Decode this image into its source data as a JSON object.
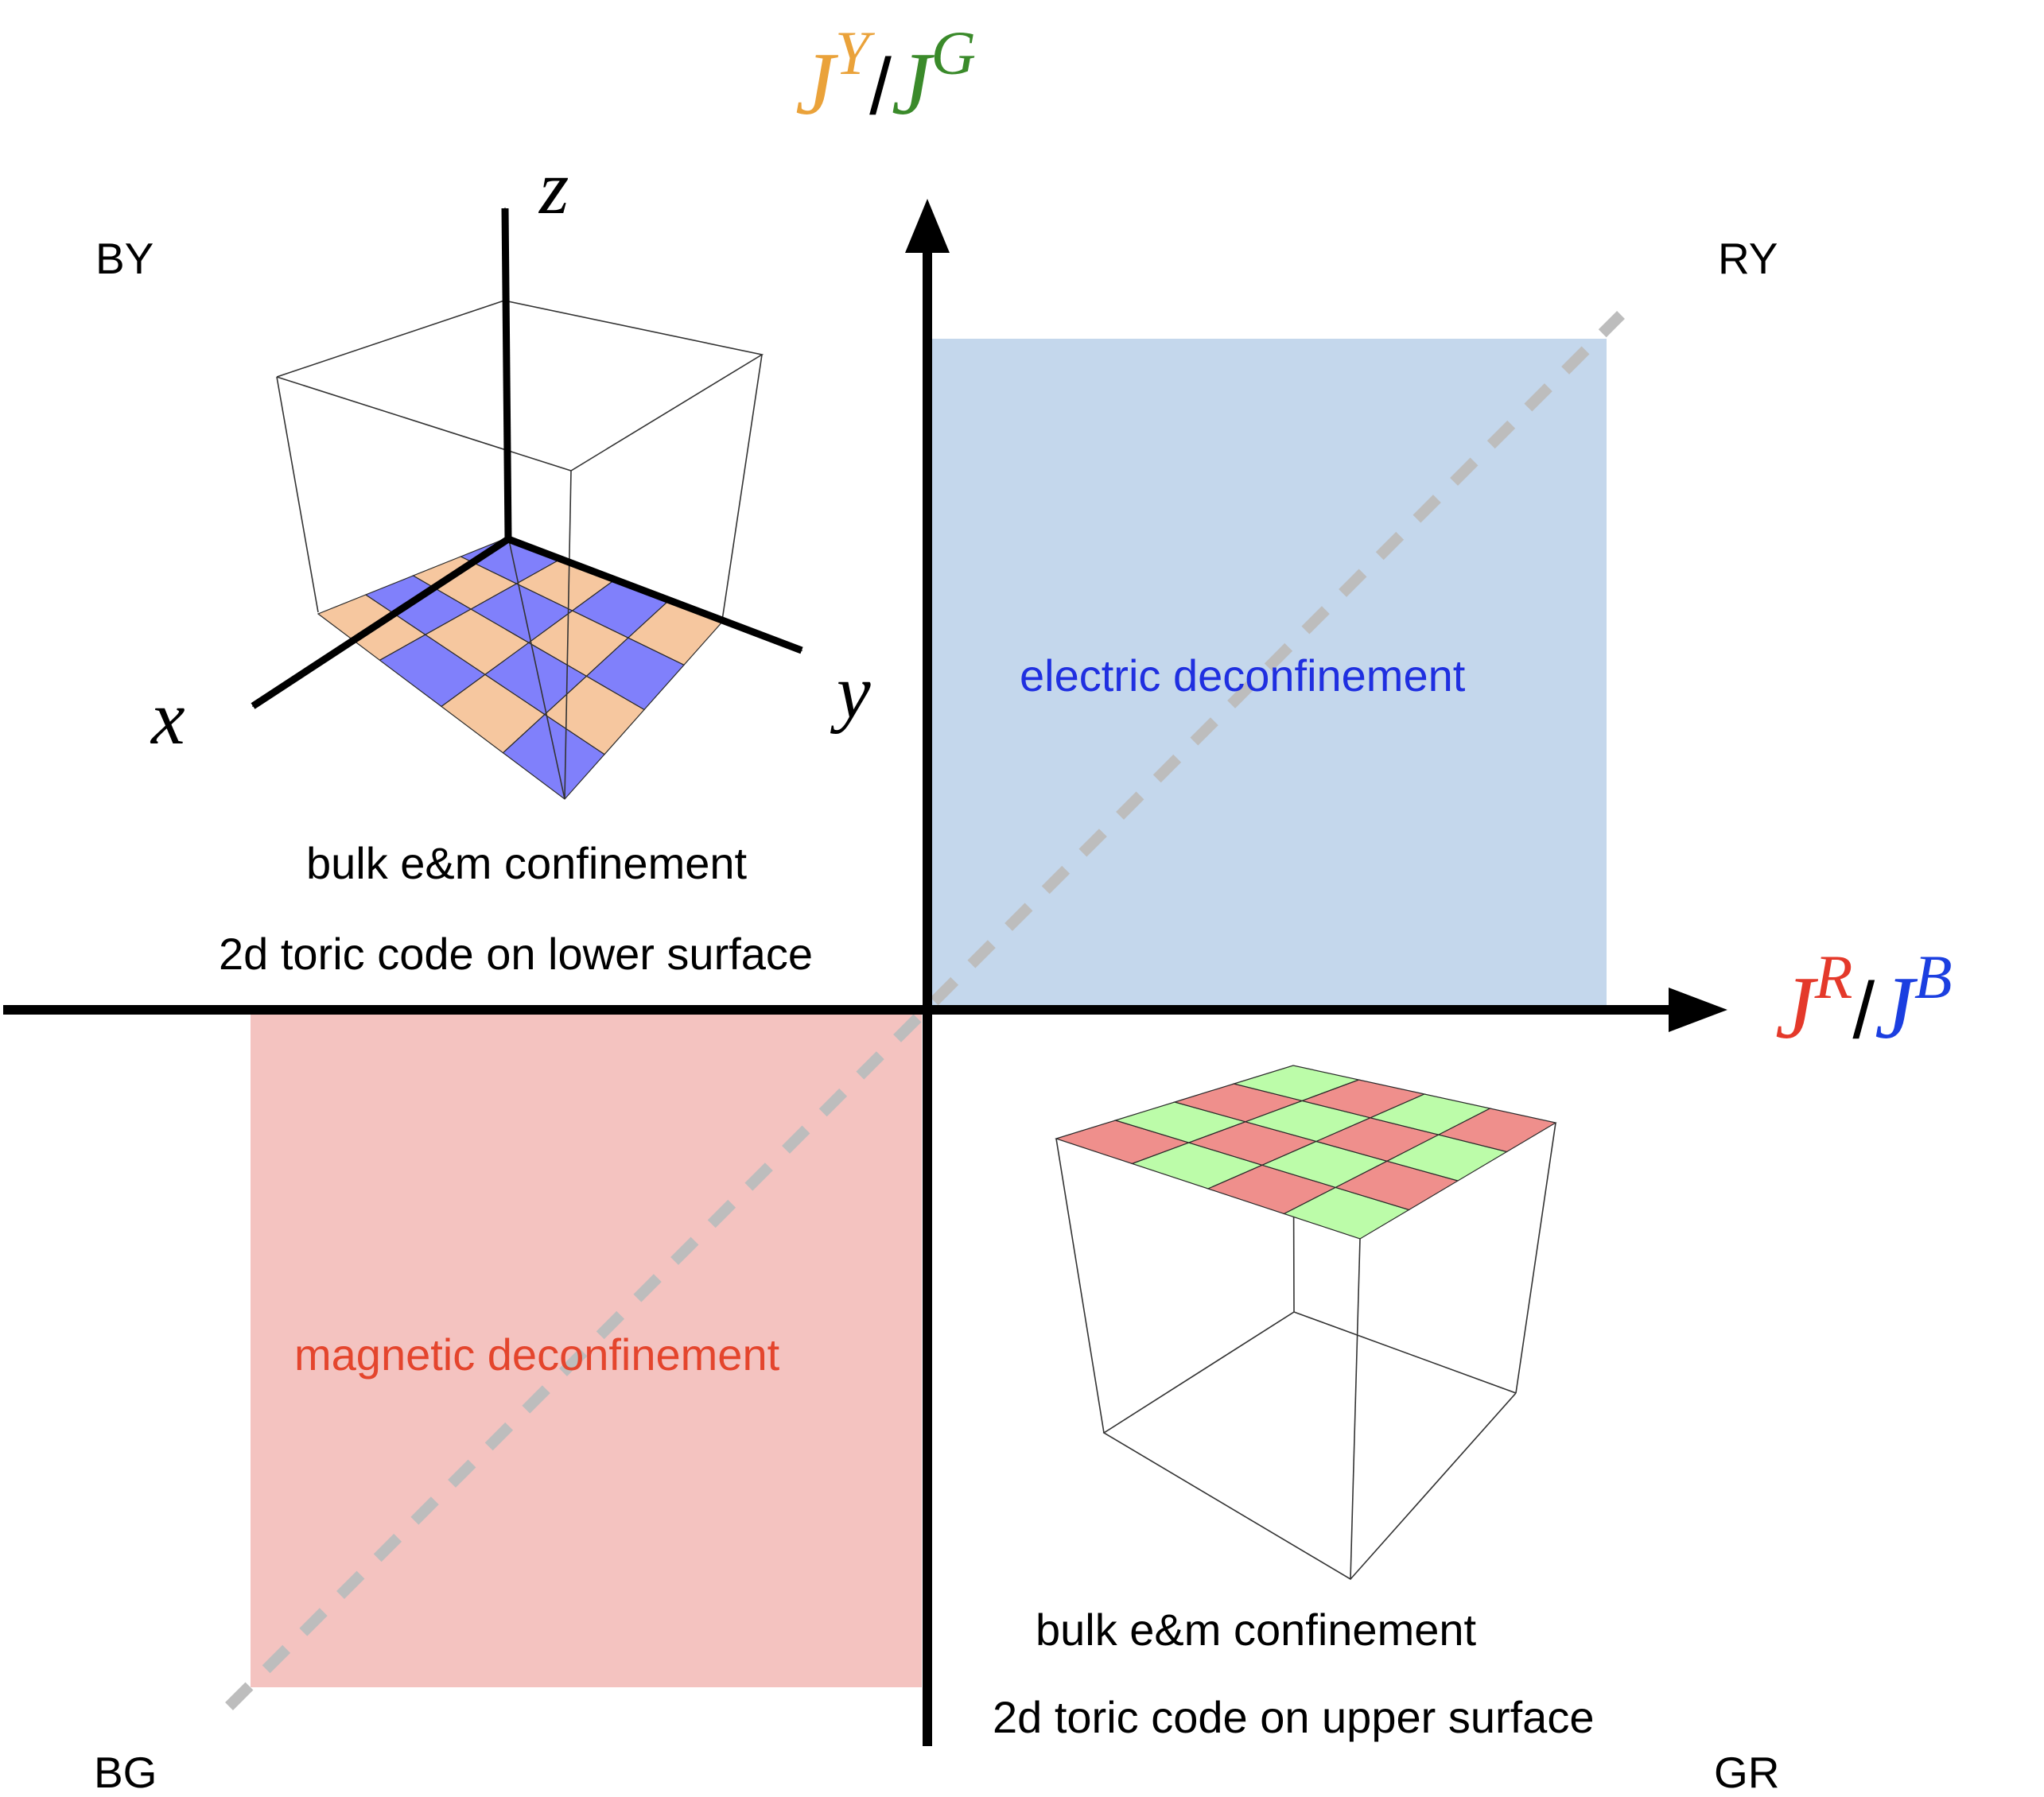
{
  "corners": {
    "top_left": "BY",
    "top_right": "RY",
    "bottom_left": "BG",
    "bottom_right": "GR"
  },
  "phases": {
    "electric": "electric deconfinement",
    "magnetic": "magnetic deconfinement",
    "upper_left_line1": "bulk e&m confinement",
    "upper_left_line2": "2d toric code on lower surface",
    "lower_right_line1": "bulk e&m confinement",
    "lower_right_line2": "2d toric code on upper surface"
  },
  "axes": {
    "vertical": {
      "num": "J",
      "num_sup": "Y",
      "slash": "/",
      "den": "J",
      "den_sup": "G"
    },
    "horizontal": {
      "num": "J",
      "num_sup": "R",
      "slash": "/",
      "den": "J",
      "den_sup": "B"
    }
  },
  "inset_axes": {
    "x": "x",
    "y": "y",
    "z": "z"
  },
  "colors": {
    "electric_region": "#c4d7ec",
    "magnetic_region": "#f4c3c0",
    "electric_text": "#1f2fe0",
    "magnetic_text": "#e4452d",
    "yellow": "#eaa23a",
    "green": "#3a8a2a",
    "red": "#e4392a",
    "blue": "#1b3fe0",
    "checker_blue": "#8080fb",
    "checker_orange": "#f6c79f",
    "checker_red": "#ef8f8c",
    "checker_green": "#bcfca9",
    "diagonal": "#bdbdbd"
  }
}
